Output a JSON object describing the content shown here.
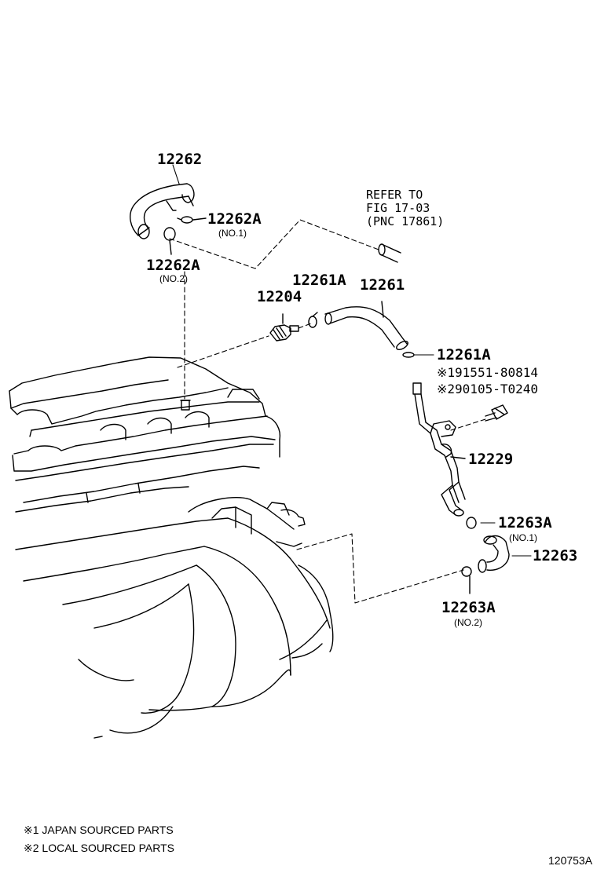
{
  "parts": {
    "p12262": "12262",
    "p12262a_no1": "12262A",
    "p12262a_no1_sub": "(NO.1)",
    "p12262a_no2": "12262A",
    "p12262a_no2_sub": "(NO.2)",
    "p12204": "12204",
    "p12261a_top": "12261A",
    "p12261": "12261",
    "p12261a_mid": "12261A",
    "p12229": "12229",
    "p12263a_no1": "12263A",
    "p12263a_no1_sub": "(NO.1)",
    "p12263": "12263",
    "p12263a_no2": "12263A",
    "p12263a_no2_sub": "(NO.2)"
  },
  "refer": {
    "line1": "REFER TO",
    "line2": "FIG 17-03",
    "line3": "(PNC 17861)"
  },
  "local_parts": {
    "item1": "※191551-80814",
    "item2": "※290105-T0240"
  },
  "notes": {
    "note1": "※1 JAPAN SOURCED PARTS",
    "note2": "※2 LOCAL SOURCED PARTS"
  },
  "figure_number": "120753A"
}
